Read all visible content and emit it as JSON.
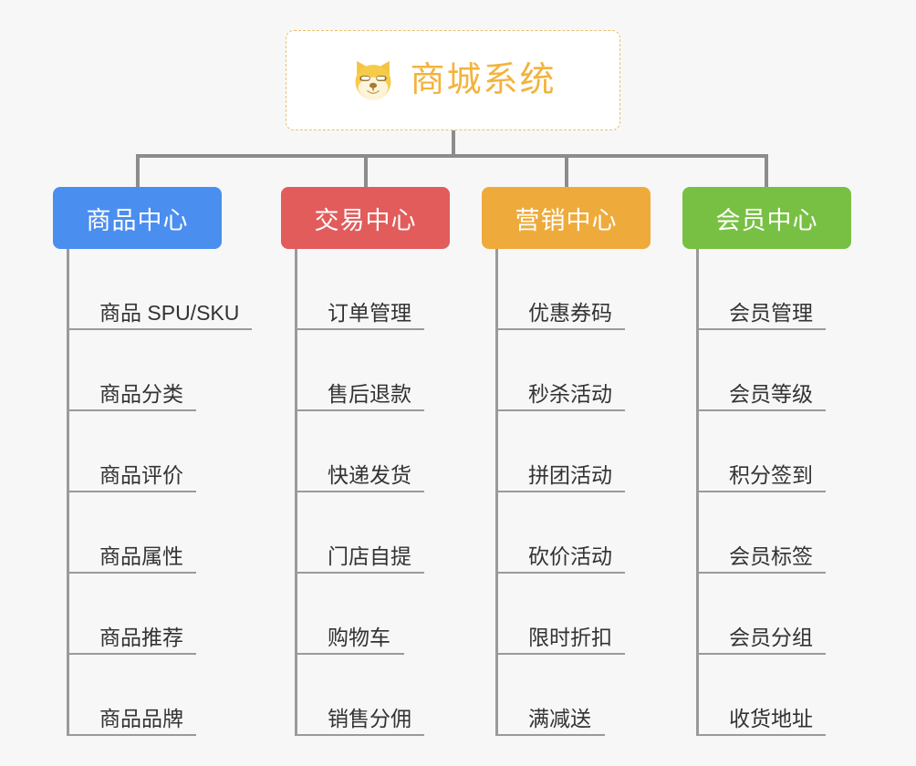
{
  "root": {
    "title": "商城系统",
    "icon": "shiba-dog-icon",
    "text_color": "#f2b33d",
    "border_color": "#f0bd6a",
    "background": "#ffffff"
  },
  "canvas": {
    "background": "#f7f7f7",
    "connector_color": "#8c8c8c"
  },
  "columns": [
    {
      "title": "商品中心",
      "color": "#4a8ef0",
      "items": [
        "商品 SPU/SKU",
        "商品分类",
        "商品评价",
        "商品属性",
        "商品推荐",
        "商品品牌"
      ]
    },
    {
      "title": "交易中心",
      "color": "#e25c5c",
      "items": [
        "订单管理",
        "售后退款",
        "快递发货",
        "门店自提",
        "购物车",
        "销售分佣"
      ]
    },
    {
      "title": "营销中心",
      "color": "#eeab3c",
      "items": [
        "优惠券码",
        "秒杀活动",
        "拼团活动",
        "砍价活动",
        "限时折扣",
        "满减送"
      ]
    },
    {
      "title": "会员中心",
      "color": "#78c043",
      "items": [
        "会员管理",
        "会员等级",
        "积分签到",
        "会员标签",
        "会员分组",
        "收货地址"
      ]
    }
  ]
}
